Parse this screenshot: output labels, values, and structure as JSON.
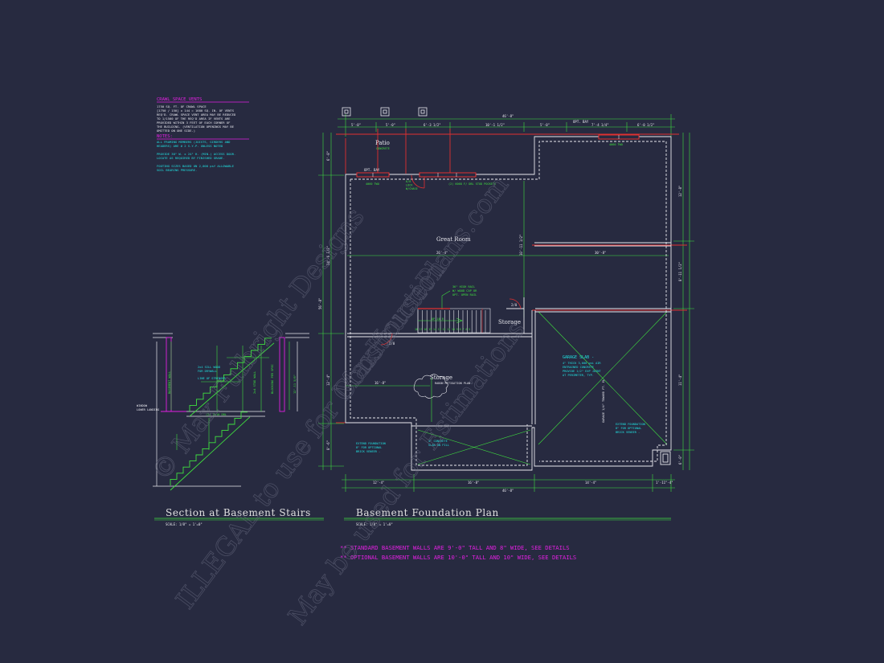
{
  "colors": {
    "background": "#272a40",
    "dimension_green": "#3fe03f",
    "wall_white": "#e8e8ee",
    "accent_red": "#e03030",
    "note_magenta": "#e020e0",
    "note_cyan": "#20e0e0",
    "title_white": "#e0e0e0"
  },
  "crawl_space_notes": {
    "heading": "CRAWL SPACE VENTS",
    "lines": [
      "1750 SQ. FT. OF CRAWL SPACE",
      "[1750 / 150] x 144 = 1680 SQ. IN. OF VENTS",
      "REQ'D. CRAWL SPACE VENT AREA MAY BE REDUCED",
      "TO 1/1500 OF THE REQ'D AREA IF VENTS ARE",
      "PROVIDED WITHIN 3 FEET OF EACH CORNER OF",
      "THE BUILDING. (VENTILATION OPENINGS MAY BE",
      "OMITTED ON ONE SIDE.)"
    ],
    "notes_heading": "NOTES:",
    "notes": [
      "ALL FRAMING MEMBERS (JOISTS, GIRDERS AND",
      "HEADERS) ARE # 2 S.Y.P. UNLESS NOTED",
      "PROVIDE 30\" W. x 24\" H. (MIN.) ACCESS DOOR.",
      "LOCATE AS REQUIRED BY FINISHED GRADE.",
      "FOOTING SIZES BASED ON 2,000 psf ALLOWABLE",
      "SOIL BEARING PRESSURE."
    ]
  },
  "plan_labels": {
    "patio": "Patio",
    "patio_sub": "CONCRETE",
    "great_room": "Great Room",
    "storage_right": "Storage",
    "storage_lower": "Storage",
    "radon": "RADON MITIGATION PLAN",
    "garage_heading": "GARAGE SLAB -",
    "garage_lines": [
      "4\" THICK 3,000 psi AIR",
      "ENTRAINED CONCRETE",
      "PROVIDE 1/2\" EXP JOINT",
      "AT PERIMETER, TYP."
    ],
    "slab_lines": [
      "4\" CONCRETE",
      "SLAB ON FILL"
    ],
    "extend_left": [
      "EXTEND FOUNDATION",
      "8\" FOR OPTIONAL",
      "BRICK VENEER -"
    ],
    "extend_right": [
      "EXTEND FOUNDATION",
      "8\" FOR OPTIONAL",
      "BRICK VENEER -"
    ],
    "rail_note": [
      "36\" HIGH RAIL",
      "W/ WOOD CAP OR",
      "OPT. OPEN RAIL"
    ],
    "opt_bay_top": "OPT. BAY",
    "opt_bay_left": "OPT. BAY",
    "window_top": "4060 TWO",
    "window_left": "4060 TWO",
    "door_mid": "(2) 6068 F/ DBL STUD POCKETS",
    "door_small": [
      "6/8",
      "LOCK",
      "W/CHASE"
    ],
    "dir_left": "2/0",
    "dir_right": "2/0",
    "stair_up": "UP 16 R",
    "stair_numbers": "16 17 16 15 14 13 12 11 10 9 8 7 6 5"
  },
  "dimensions": {
    "top_overall": "46'-8\"",
    "top_segments": [
      "5'-0\"",
      "5'-0\"",
      "6'-3 1/2\"",
      "10'-1 1/2\"",
      "5'-0\"",
      "7'-4 1/4\"",
      "6'-0 1/2\""
    ],
    "opt_bay_dim": "OPT. BAY",
    "bottom_overall": "46'-8\"",
    "bottom_segments": [
      "12'-4\"",
      "16'-8\"",
      "14'-4\"",
      "1'-11\"-4\""
    ],
    "left_overall": "56'-8\"",
    "left_segments": [
      "6'-8\"",
      "24'-6 1/2\"",
      "12'-4\"",
      "8'-6\""
    ],
    "right_segments": [
      "12'-8\"",
      "8'-11 1/2\"",
      "11'-4\"",
      "6'-0\""
    ],
    "mid_great": "26'-4\"",
    "mid_right": "30'-8\"",
    "mid_vert": "10'-11 1/2\"",
    "storage_dim": "16'-8\"",
    "garage_dim": "GARAGE 1/4\" TOWARD FT. EL"
  },
  "section_labels": {
    "wood": [
      "2x4 SILL WOOD",
      "FOR DRYWALL"
    ],
    "line_stringer": "LINE OF STRINGER",
    "lower_landing": [
      "WINDOW",
      "LOWER LANDING"
    ],
    "stair_note": "(2) 2x10 DBL",
    "vert_notes": [
      "BASEMENT WALL",
      "2x4 STUD WALL",
      "BLOCKING PER SPEC",
      "12'-11 5/8\""
    ]
  },
  "titles": {
    "section": "Section at Basement Stairs",
    "section_scale": "SCALE: 1/8\" = 1'=0\"",
    "plan": "Basement Foundation Plan",
    "plan_scale": "SCALE: 1/8\" = 1'=0\""
  },
  "bottom_notes": [
    "** STANDARD BASEMENT WALLS ARE 9'-0\" TALL AND 8\" WIDE, SEE DETAILS",
    "** OPTIONAL BASEMENT WALLS ARE 10'-0\" TALL AND 10\" WIDE, SEE DETAILS"
  ],
  "watermarks": [
    "© Max Fulbright Designs",
    "ILLEGAL to use for Construction",
    "MaxHousePlans.com",
    "May be used for Estimations"
  ]
}
